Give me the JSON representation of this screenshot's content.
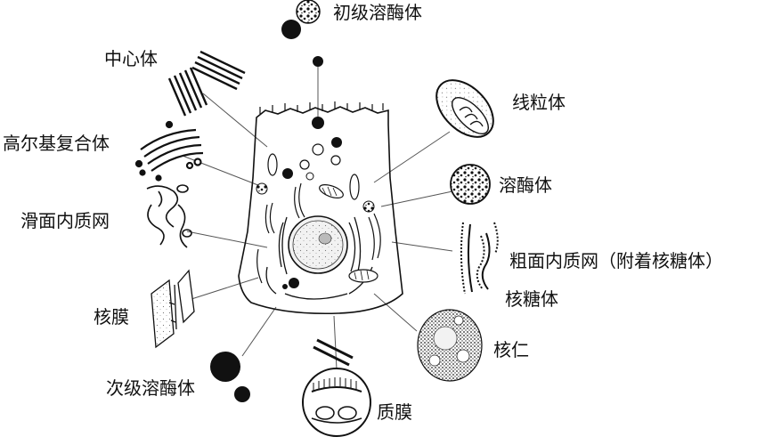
{
  "labels": {
    "primary_lysosome": "初级溶酶体",
    "centrosome": "中心体",
    "golgi": "高尔基复合体",
    "smooth_er": "滑面内质网",
    "nuclear_membrane": "核膜",
    "secondary_lysosome": "次级溶酶体",
    "mitochondrion": "线粒体",
    "lysosome": "溶酶体",
    "rough_er": "粗面内质网（附着核糖体）",
    "ribosome": "核糖体",
    "nucleolus": "核仁",
    "plasma_membrane": "质膜"
  }
}
